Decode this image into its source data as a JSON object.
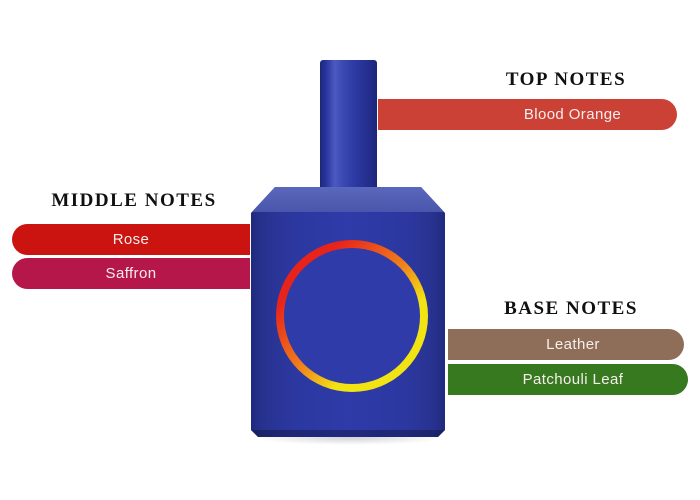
{
  "page": {
    "background": "#FFFFFF",
    "heading_color": "#101010"
  },
  "sections": {
    "top": {
      "heading": "TOP NOTES",
      "notes": [
        {
          "label": "Blood Orange",
          "color": "#CB4136",
          "text_color": "#F5EEEC"
        }
      ]
    },
    "middle": {
      "heading": "MIDDLE NOTES",
      "notes": [
        {
          "label": "Rose",
          "color": "#CB1410",
          "text_color": "#F5EEEC"
        },
        {
          "label": "Saffron",
          "color": "#B6174B",
          "text_color": "#F5EEEC"
        }
      ]
    },
    "base": {
      "heading": "BASE NOTES",
      "notes": [
        {
          "label": "Leather",
          "color": "#8F6E59",
          "text_color": "#F5EEEC"
        },
        {
          "label": "Patchouli Leaf",
          "color": "#36791F",
          "text_color": "#F5EEEC"
        }
      ]
    }
  },
  "bottle": {
    "description": "royal blue perfume bottle with red-to-yellow gradient ring emblem",
    "body_color": "#2C38A0",
    "cap_color": "#2C39A2",
    "ring_gradient_start": "#E8231B",
    "ring_gradient_end": "#F2E413"
  }
}
